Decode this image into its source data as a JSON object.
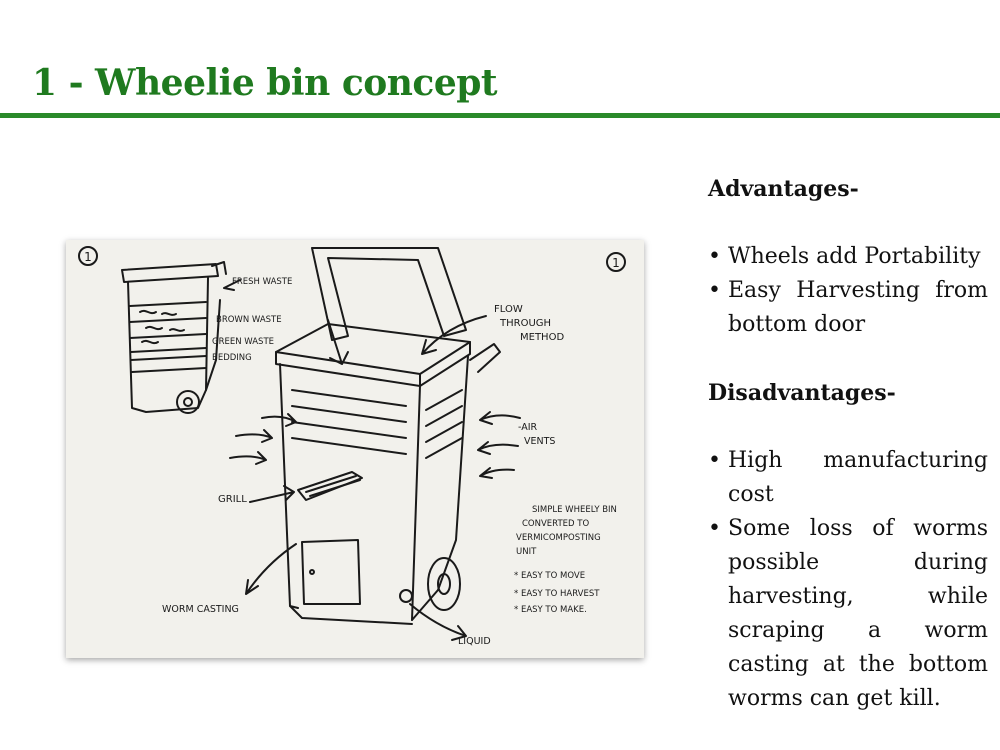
{
  "slide": {
    "title": "1 - Wheelie bin concept",
    "accent_color": "#1f7a1f"
  },
  "sketch": {
    "page_number_left": "1",
    "page_number_right": "1",
    "labels": {
      "fresh_waste": "FRESH WASTE",
      "brown_waste": "BROWN WASTE",
      "green_waste": "GREEN WASTE",
      "bedding": "BEDDING",
      "flow_through": "FLOW THROUGH METHOD",
      "air_vents": "AIR VENTS",
      "grill": "GRILL",
      "simple_wheely_bin": "SIMPLE WHEELY BIN CONVERTED TO VERMICOMPOSTING UNIT",
      "easy_to_move": "* EASY TO MOVE",
      "easy_to_harvest": "* EASY TO HARVEST",
      "easy_to_make": "* EASY TO MAKE.",
      "worm_casting": "WORM CASTING",
      "liquid": "LIQUID"
    }
  },
  "advantages": {
    "heading": "Advantages-",
    "items": [
      "Wheels add Portability",
      "Easy Harvesting from bottom door"
    ]
  },
  "disadvantages": {
    "heading": "Disadvantages-",
    "items": [
      "High manufacturing cost",
      "Some loss of worms possible during harvesting, while scraping a worm casting at the bottom worms can get kill."
    ]
  }
}
